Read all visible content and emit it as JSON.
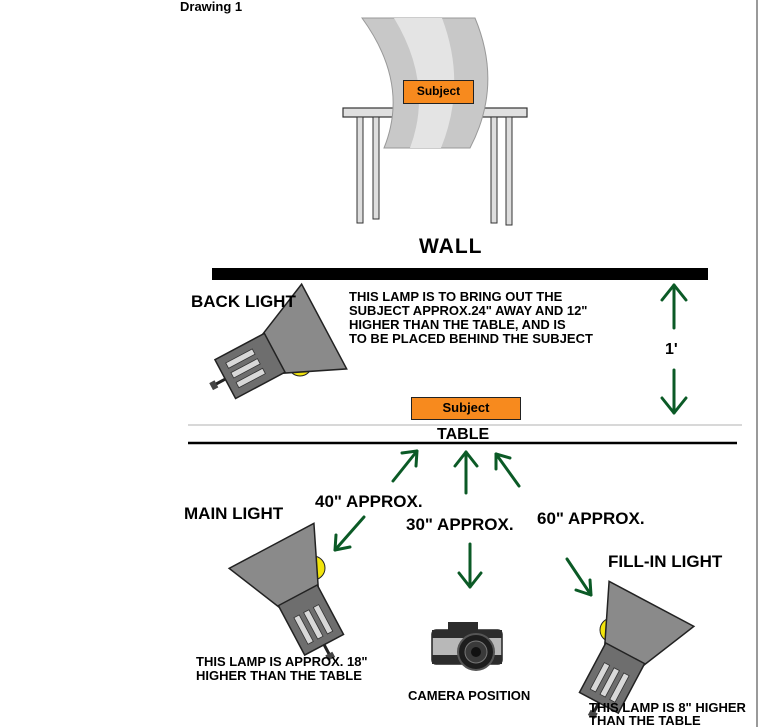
{
  "drawing_title": "Drawing 1",
  "top_subject_label": "Subject",
  "wall_label": "WALL",
  "table_label": "TABLE",
  "subject_label": "Subject",
  "distance_label": "1'",
  "back_light": {
    "title": "BACK LIGHT",
    "note_lines": [
      "THIS LAMP IS TO BRING OUT THE",
      "SUBJECT APPROX.24\" AWAY AND 12\"",
      "HIGHER THAN THE TABLE, AND IS",
      "TO BE PLACED BEHIND THE SUBJECT"
    ]
  },
  "main_light": {
    "title": "MAIN LIGHT",
    "distance": "40\" APPROX.",
    "note_lines": [
      "THIS LAMP IS APPROX. 18\"",
      "HIGHER THAN THE TABLE"
    ]
  },
  "camera": {
    "distance": "30\" APPROX.",
    "label": "CAMERA POSITION"
  },
  "fill_light": {
    "title": "FILL-IN LIGHT",
    "distance": "60\" APPROX.",
    "note_lines": [
      "THIS LAMP IS 8\" HIGHER",
      "THAN THE TABLE"
    ]
  },
  "colors": {
    "arrow_green": "#0b5a26",
    "subject_orange": "#f78a1e",
    "backdrop_gray": "#c8c8c8",
    "backdrop_light": "#e4e4e4",
    "lamp_gray": "#7c7c7c",
    "bulb_yellow": "#f2e40c"
  }
}
